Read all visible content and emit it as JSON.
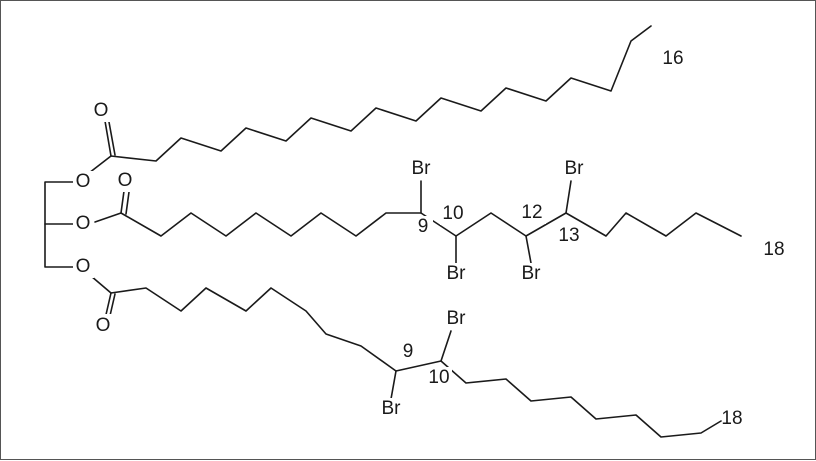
{
  "figure": {
    "labels": {
      "oxygen": "O",
      "bromine": "Br",
      "chain_top_length": "16",
      "chain_mid_length": "18",
      "chain_bottom_length": "18",
      "mid_c9": "9",
      "mid_c10": "10",
      "mid_c12": "12",
      "mid_c13": "13",
      "bottom_c9": "9",
      "bottom_c10": "10"
    },
    "colors": {
      "bond": "#1a1a1a",
      "text": "#1a1a1a",
      "border": "#555555",
      "background": "#ffffff"
    }
  }
}
